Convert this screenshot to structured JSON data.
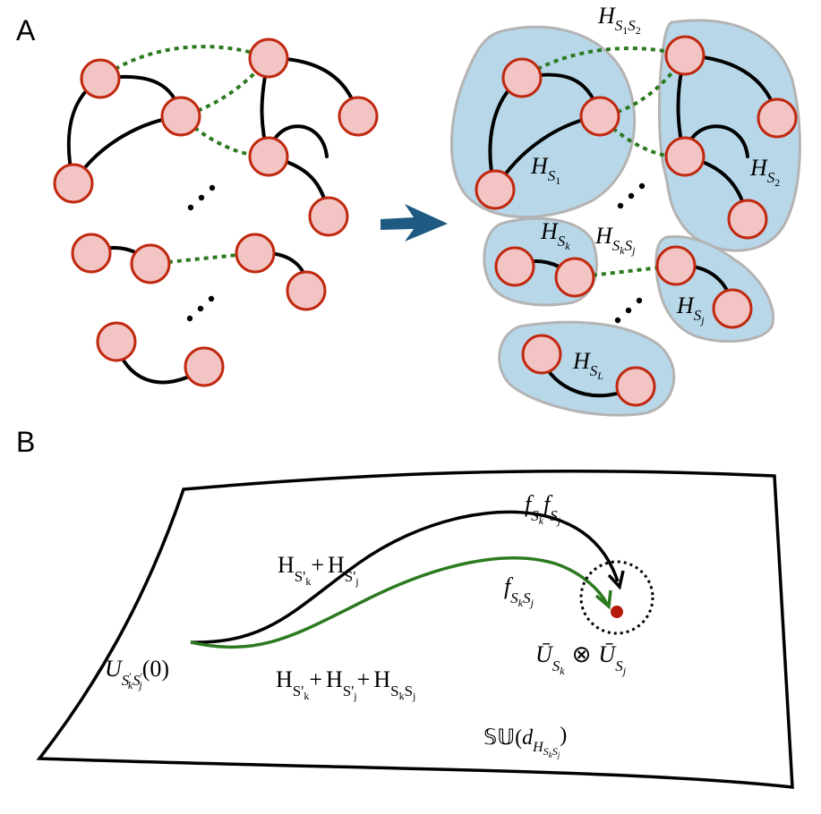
{
  "panels": {
    "a": "A",
    "b": "B"
  },
  "labels": {
    "h_s1s2": {
      "main": "H",
      "sub": "S",
      "sub1": "1",
      "sub2": "S",
      "sub3": "2"
    },
    "h_s1": {
      "main": "H",
      "sub": "S",
      "subsub": "1"
    },
    "h_s2": {
      "main": "H",
      "sub": "S",
      "subsub": "2"
    },
    "h_sk": {
      "main": "H",
      "sub": "S",
      "subsub": "k"
    },
    "h_sksj": {
      "main": "H",
      "sub": "S",
      "subsub": "k",
      "sub2": "S",
      "subsub2": "j"
    },
    "h_sj": {
      "main": "H",
      "sub": "S",
      "subsub": "j"
    },
    "h_sl": {
      "main": "H",
      "sub": "S",
      "subsub": "L"
    }
  },
  "panel_b": {
    "black_path_label": {
      "a": "H",
      "a_sub": "S'",
      "a_subsub": "k",
      "plus": "+",
      "b": "H",
      "b_sub": "S'",
      "b_subsub": "j"
    },
    "green_path_label": {
      "a": "H",
      "a_sub": "S'",
      "a_subsub": "k",
      "plus1": "+",
      "b": "H",
      "b_sub": "S'",
      "b_subsub": "j",
      "plus2": "+",
      "c": "H",
      "c_sub": "S",
      "c_subsub": "k",
      "c_sub2": "S",
      "c_subsub2": "j"
    },
    "f_black": {
      "f1": "f",
      "s1": "S",
      "k1": "k",
      "f2": "f",
      "s2": "S",
      "j2": "j"
    },
    "f_green": {
      "f": "f",
      "s": "S",
      "k": "k",
      "s2": "S",
      "j": "j"
    },
    "start": {
      "u": "U",
      "s1": "S",
      "k": "k",
      "s2": "S",
      "j": "j",
      "arg": "(0)",
      "prime": "′"
    },
    "target": {
      "u1": "Ū",
      "s1": "S",
      "k": "k",
      "otimes": "⊗",
      "u2": "Ū",
      "s2": "S",
      "j": "j"
    },
    "group": {
      "name": "𝕊𝕌",
      "open": "(",
      "d": "d",
      "h": "H",
      "s1": "S",
      "k": "k",
      "s2": "S",
      "j": "j",
      "close": ")"
    }
  },
  "colors": {
    "node_fill": "#f2c4c4",
    "node_stroke": "#c0290f",
    "blob": "#b8d8ea",
    "dash": "#2c7a1f",
    "arrow": "#1f5a82",
    "green_path": "#2c7a1f",
    "target_dot": "#b41a0a"
  }
}
